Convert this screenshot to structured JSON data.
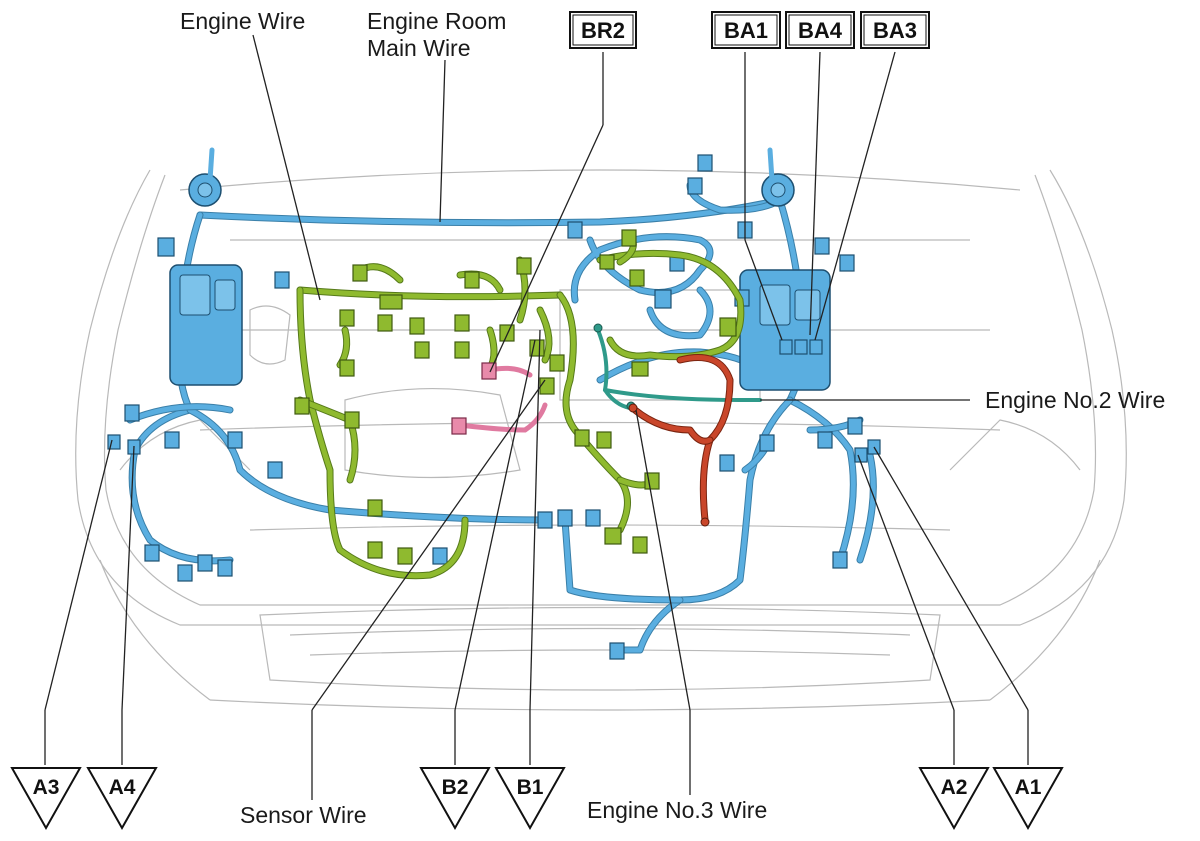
{
  "labels": {
    "engine_wire": "Engine Wire",
    "engine_room_main_wire_line1": "Engine Room",
    "engine_room_main_wire_line2": "Main Wire",
    "engine_no2_wire": "Engine No.2 Wire",
    "sensor_wire": "Sensor Wire",
    "engine_no3_wire": "Engine No.3 Wire"
  },
  "boxed_connectors": {
    "br2": "BR2",
    "ba1": "BA1",
    "ba4": "BA4",
    "ba3": "BA3"
  },
  "triangle_connectors": {
    "a3": "A3",
    "a4": "A4",
    "b2": "B2",
    "b1": "B1",
    "a2": "A2",
    "a1": "A1"
  },
  "colors": {
    "engine_room_main_wire": "#5aaee0",
    "engine_wire": "#8fba2f",
    "engine_no2_wire": "#2f9a8a",
    "engine_no3_wire": "#c9462a",
    "sensor_wire": "#e07aa0"
  }
}
